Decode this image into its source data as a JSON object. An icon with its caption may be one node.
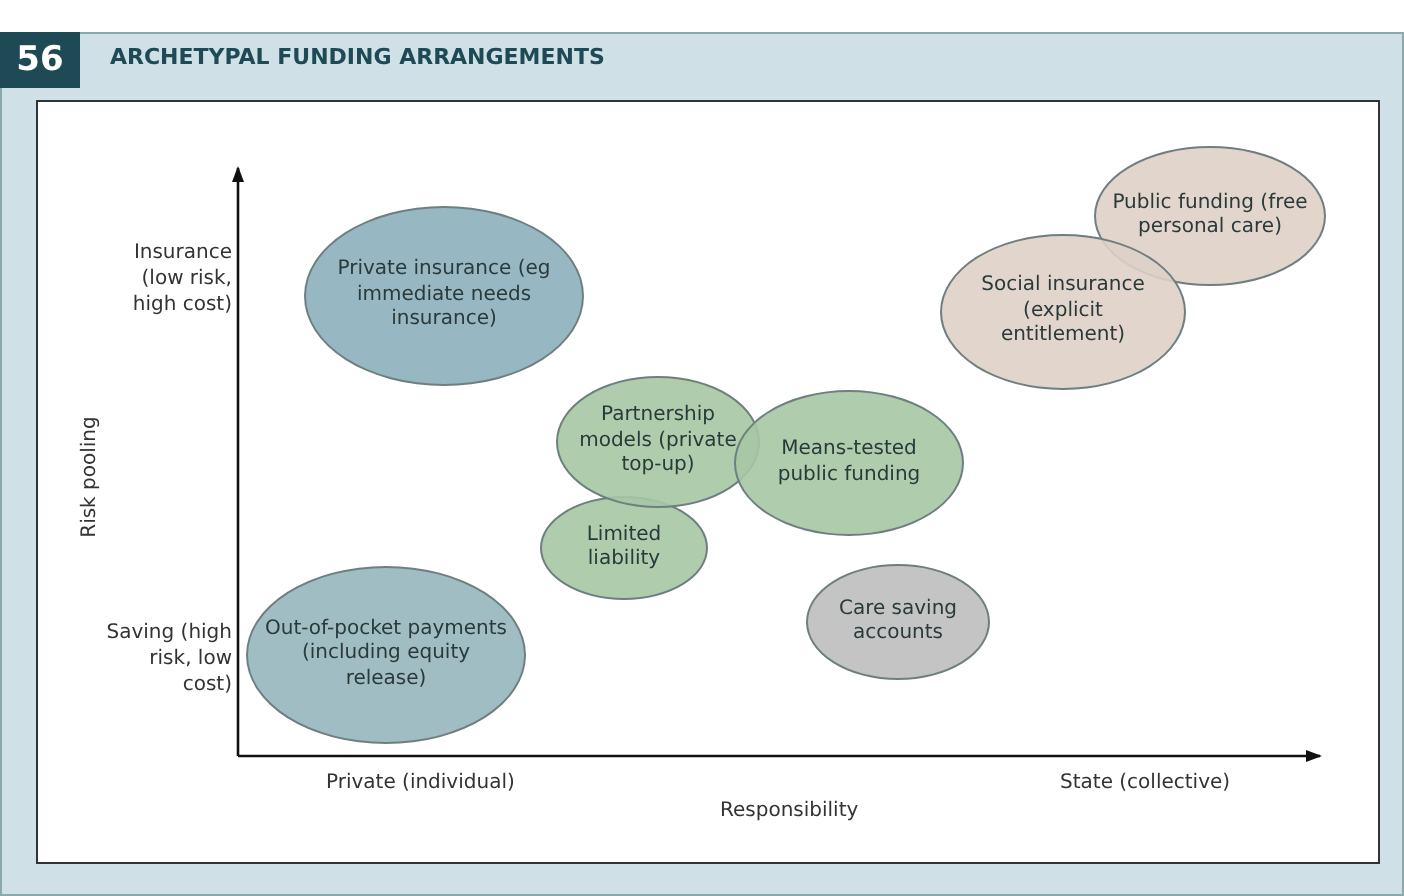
{
  "diagram": {
    "title": "ARCHETYPAL FUNDING ARRANGEMENTS",
    "nodes": [
      {
        "text": [
          "Private insurance (eg immediate needs insurance)"
        ]
      },
      {
        "text": [
          "Public funding (free personal care)"
        ]
      },
      {
        "text": [
          "Social insurance (explicit entitlement)"
        ]
      },
      {
        "text": [
          "Partnership models (private top-up)"
        ]
      },
      {
        "text": [
          "Means-tested public funding"
        ]
      },
      {
        "text": [
          "Limited liability"
        ]
      },
      {
        "text": [
          "Out-of-pocket payments (including equity release)"
        ]
      },
      {
        "text": [
          "Care saving accounts"
        ]
      }
    ],
    "edges": [],
    "labels": [
      "56",
      "Insurance (low risk, high cost)",
      "Risk pooling",
      "Saving (high risk, low cost)",
      "Private (individual)",
      "State (collective)",
      "Responsibility"
    ]
  }
}
